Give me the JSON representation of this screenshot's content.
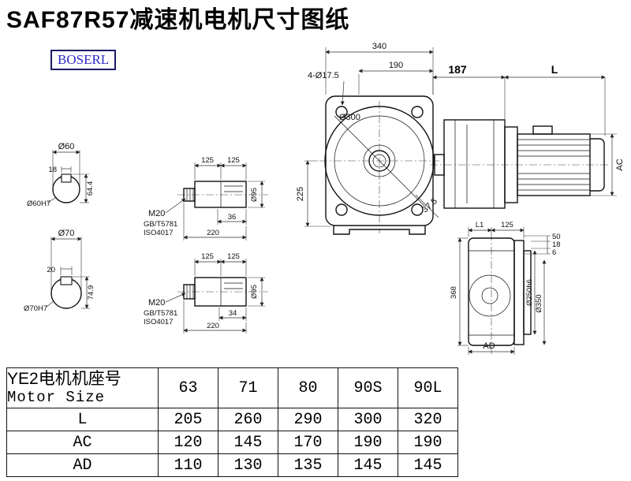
{
  "page": {
    "title": "SAF87R57减速机电机尺寸图纸",
    "brand": "BOSERL",
    "colors": {
      "brand_text": "#2a2ac8",
      "brand_border": "#1b1b66",
      "line": "#111111"
    }
  },
  "views": {
    "shaft_section_60": {
      "dia": "Ø60",
      "key_width": "18",
      "total_height": "64.4",
      "fit": "Ø60H7"
    },
    "shaft_section_70": {
      "dia": "Ø70",
      "key_width": "20",
      "total_height": "74.9",
      "fit": "Ø70H7"
    },
    "input_shaft_top": {
      "len_a": "125",
      "len_b": "125",
      "thread": "M20",
      "std_gb": "GB/T5781",
      "std_iso": "ISO4017",
      "key_len": "36",
      "total_len": "220",
      "dia": "Ø95"
    },
    "input_shaft_bottom": {
      "len_a": "125",
      "len_b": "125",
      "thread": "M20",
      "std_gb": "GB/T5781",
      "std_iso": "ISO4017",
      "key_len": "34",
      "total_len": "220",
      "dia": "Ø95"
    },
    "front_view": {
      "overall_width": "340",
      "bolt_spacing": "190",
      "holes": "4-Ø17.5",
      "flange_dia": "Ø300",
      "center_height": "225",
      "angle": "37.5"
    },
    "side_view": {
      "housing_len": "187",
      "motor_len": "L",
      "motor_dia": "AC"
    },
    "rear_view": {
      "dim_l1": "L1",
      "dim_125": "125",
      "dim_50": "50",
      "dim_18": "18",
      "dim_6": "6",
      "height": "368",
      "spigot_dia": "Ø250h6",
      "flange_dia": "Ø350",
      "dim_ad": "AD"
    }
  },
  "table": {
    "header_cn": "YE2电机机座号",
    "header_en": "Motor Size",
    "sizes": [
      "63",
      "71",
      "80",
      "90S",
      "90L"
    ],
    "rows": [
      {
        "label": "L",
        "values": [
          "205",
          "260",
          "290",
          "300",
          "320"
        ]
      },
      {
        "label": "AC",
        "values": [
          "120",
          "145",
          "170",
          "190",
          "190"
        ]
      },
      {
        "label": "AD",
        "values": [
          "110",
          "130",
          "135",
          "145",
          "145"
        ]
      }
    ]
  }
}
